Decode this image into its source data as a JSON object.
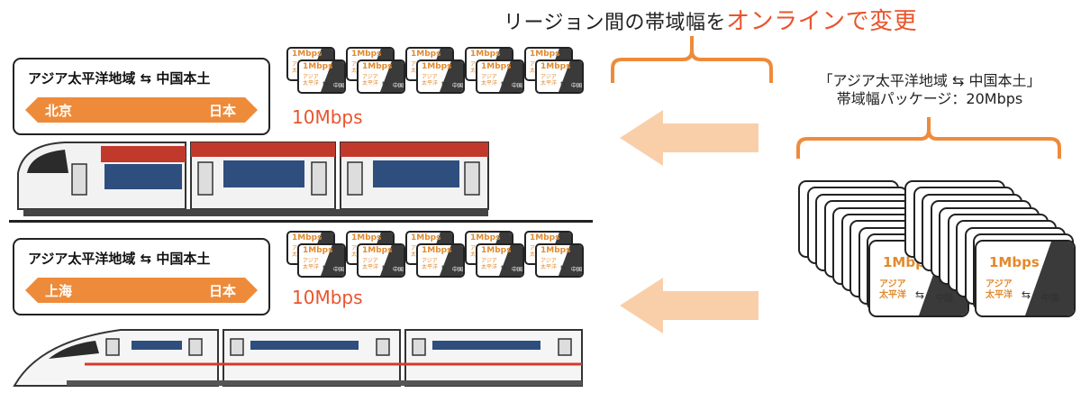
{
  "headline": {
    "prefix": "リージョン間の帯域幅を",
    "highlight": "オンラインで変更"
  },
  "routes": [
    {
      "title": "アジア太平洋地域 ⇆ 中国本土",
      "from": "北京",
      "to": "日本",
      "speed": "10Mbps"
    },
    {
      "title": "アジア太平洋地域 ⇆ 中国本土",
      "from": "上海",
      "to": "日本",
      "speed": "10Mbps"
    }
  ],
  "card": {
    "bandwidth": "1Mbps",
    "region_line1": "アジア",
    "region_line2": "太平洋",
    "arrow": "⇆",
    "china": "中国"
  },
  "package": {
    "line1": "「アジア太平洋地域 ⇆ 中国本土」",
    "line2": "帯域幅パッケージ：20Mbps"
  },
  "colors": {
    "accent": "#e9542c",
    "orange": "#ee8b3a",
    "arrow": "#f9cfaa",
    "dark": "#222222"
  }
}
